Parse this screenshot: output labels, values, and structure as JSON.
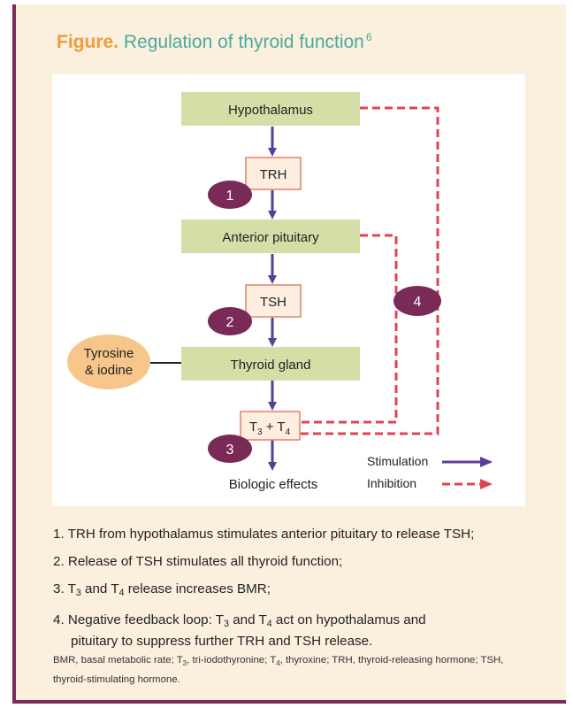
{
  "figure": {
    "title_lead": "Figure.",
    "title_rest": "Regulation of thyroid function",
    "title_ref": "6"
  },
  "diagram": {
    "boxes": {
      "hypothalamus": "Hypothalamus",
      "trh": "TRH",
      "anterior_pituitary": "Anterior pituitary",
      "tsh": "TSH",
      "thyroid_gland": "Thyroid gland",
      "t3": "T",
      "t3_sub": "3",
      "plus": " + ",
      "t4": "T",
      "t4_sub": "4"
    },
    "tyrosine_line1": "Tyrosine",
    "tyrosine_line2": "& iodine",
    "output": "Biologic effects",
    "steps": [
      "1",
      "2",
      "3",
      "4"
    ],
    "legend": {
      "stimulation": "Stimulation",
      "inhibition": "Inhibition"
    },
    "colors": {
      "box_green": "#d3dfa7",
      "hormone_fill": "#fdeee0",
      "hormone_border": "#e3806a",
      "stim_arrow": "#5a3d98",
      "inhib_dash": "#e04452",
      "step_circle": "#7a2a57",
      "tyrosine": "#f6c68a"
    }
  },
  "notes": {
    "n1": "1. TRH from hypothalamus stimulates anterior pituitary to release TSH;",
    "n2": "2. Release of TSH stimulates all thyroid function;",
    "n3_a": "3. T",
    "n3_sub3": "3",
    "n3_b": " and T",
    "n3_sub4": "4",
    "n3_c": " release increases BMR;",
    "n4_a": "4. Negative feedback loop: T",
    "n4_sub3": "3",
    "n4_b": " and T",
    "n4_sub4": "4",
    "n4_c": " act on hypothalamus and",
    "n4_d": "pituitary to suppress further TRH and TSH release."
  },
  "footnote": {
    "a": "BMR, basal metabolic rate; T",
    "sub3": "3",
    "b": ", tri-iodothyronine; T",
    "sub4": "4",
    "c": ", thyroxine; TRH, thyroid-releasing hormone; TSH, thyroid-stimulating hormone."
  }
}
